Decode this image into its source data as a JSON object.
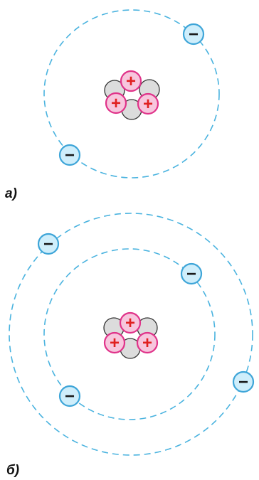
{
  "colors": {
    "orbit": "#4ab3df",
    "electron_fill": "#cfeefb",
    "electron_stroke": "#3ea5d8",
    "electron_sign": "#1a1a1a",
    "proton_fill": "#f7c6dd",
    "proton_stroke": "#e0338a",
    "proton_sign": "#e02020",
    "neutron_fill": "#dcdcdc",
    "neutron_stroke": "#333333",
    "label": "#111111"
  },
  "panels": [
    {
      "label": "а)",
      "electron_count": 2,
      "proton_count": 3,
      "electron_sign": "−",
      "proton_sign": "+"
    },
    {
      "label": "б)",
      "electron_count": 4,
      "proton_count": 3,
      "electron_sign": "−",
      "proton_sign": "+"
    }
  ]
}
